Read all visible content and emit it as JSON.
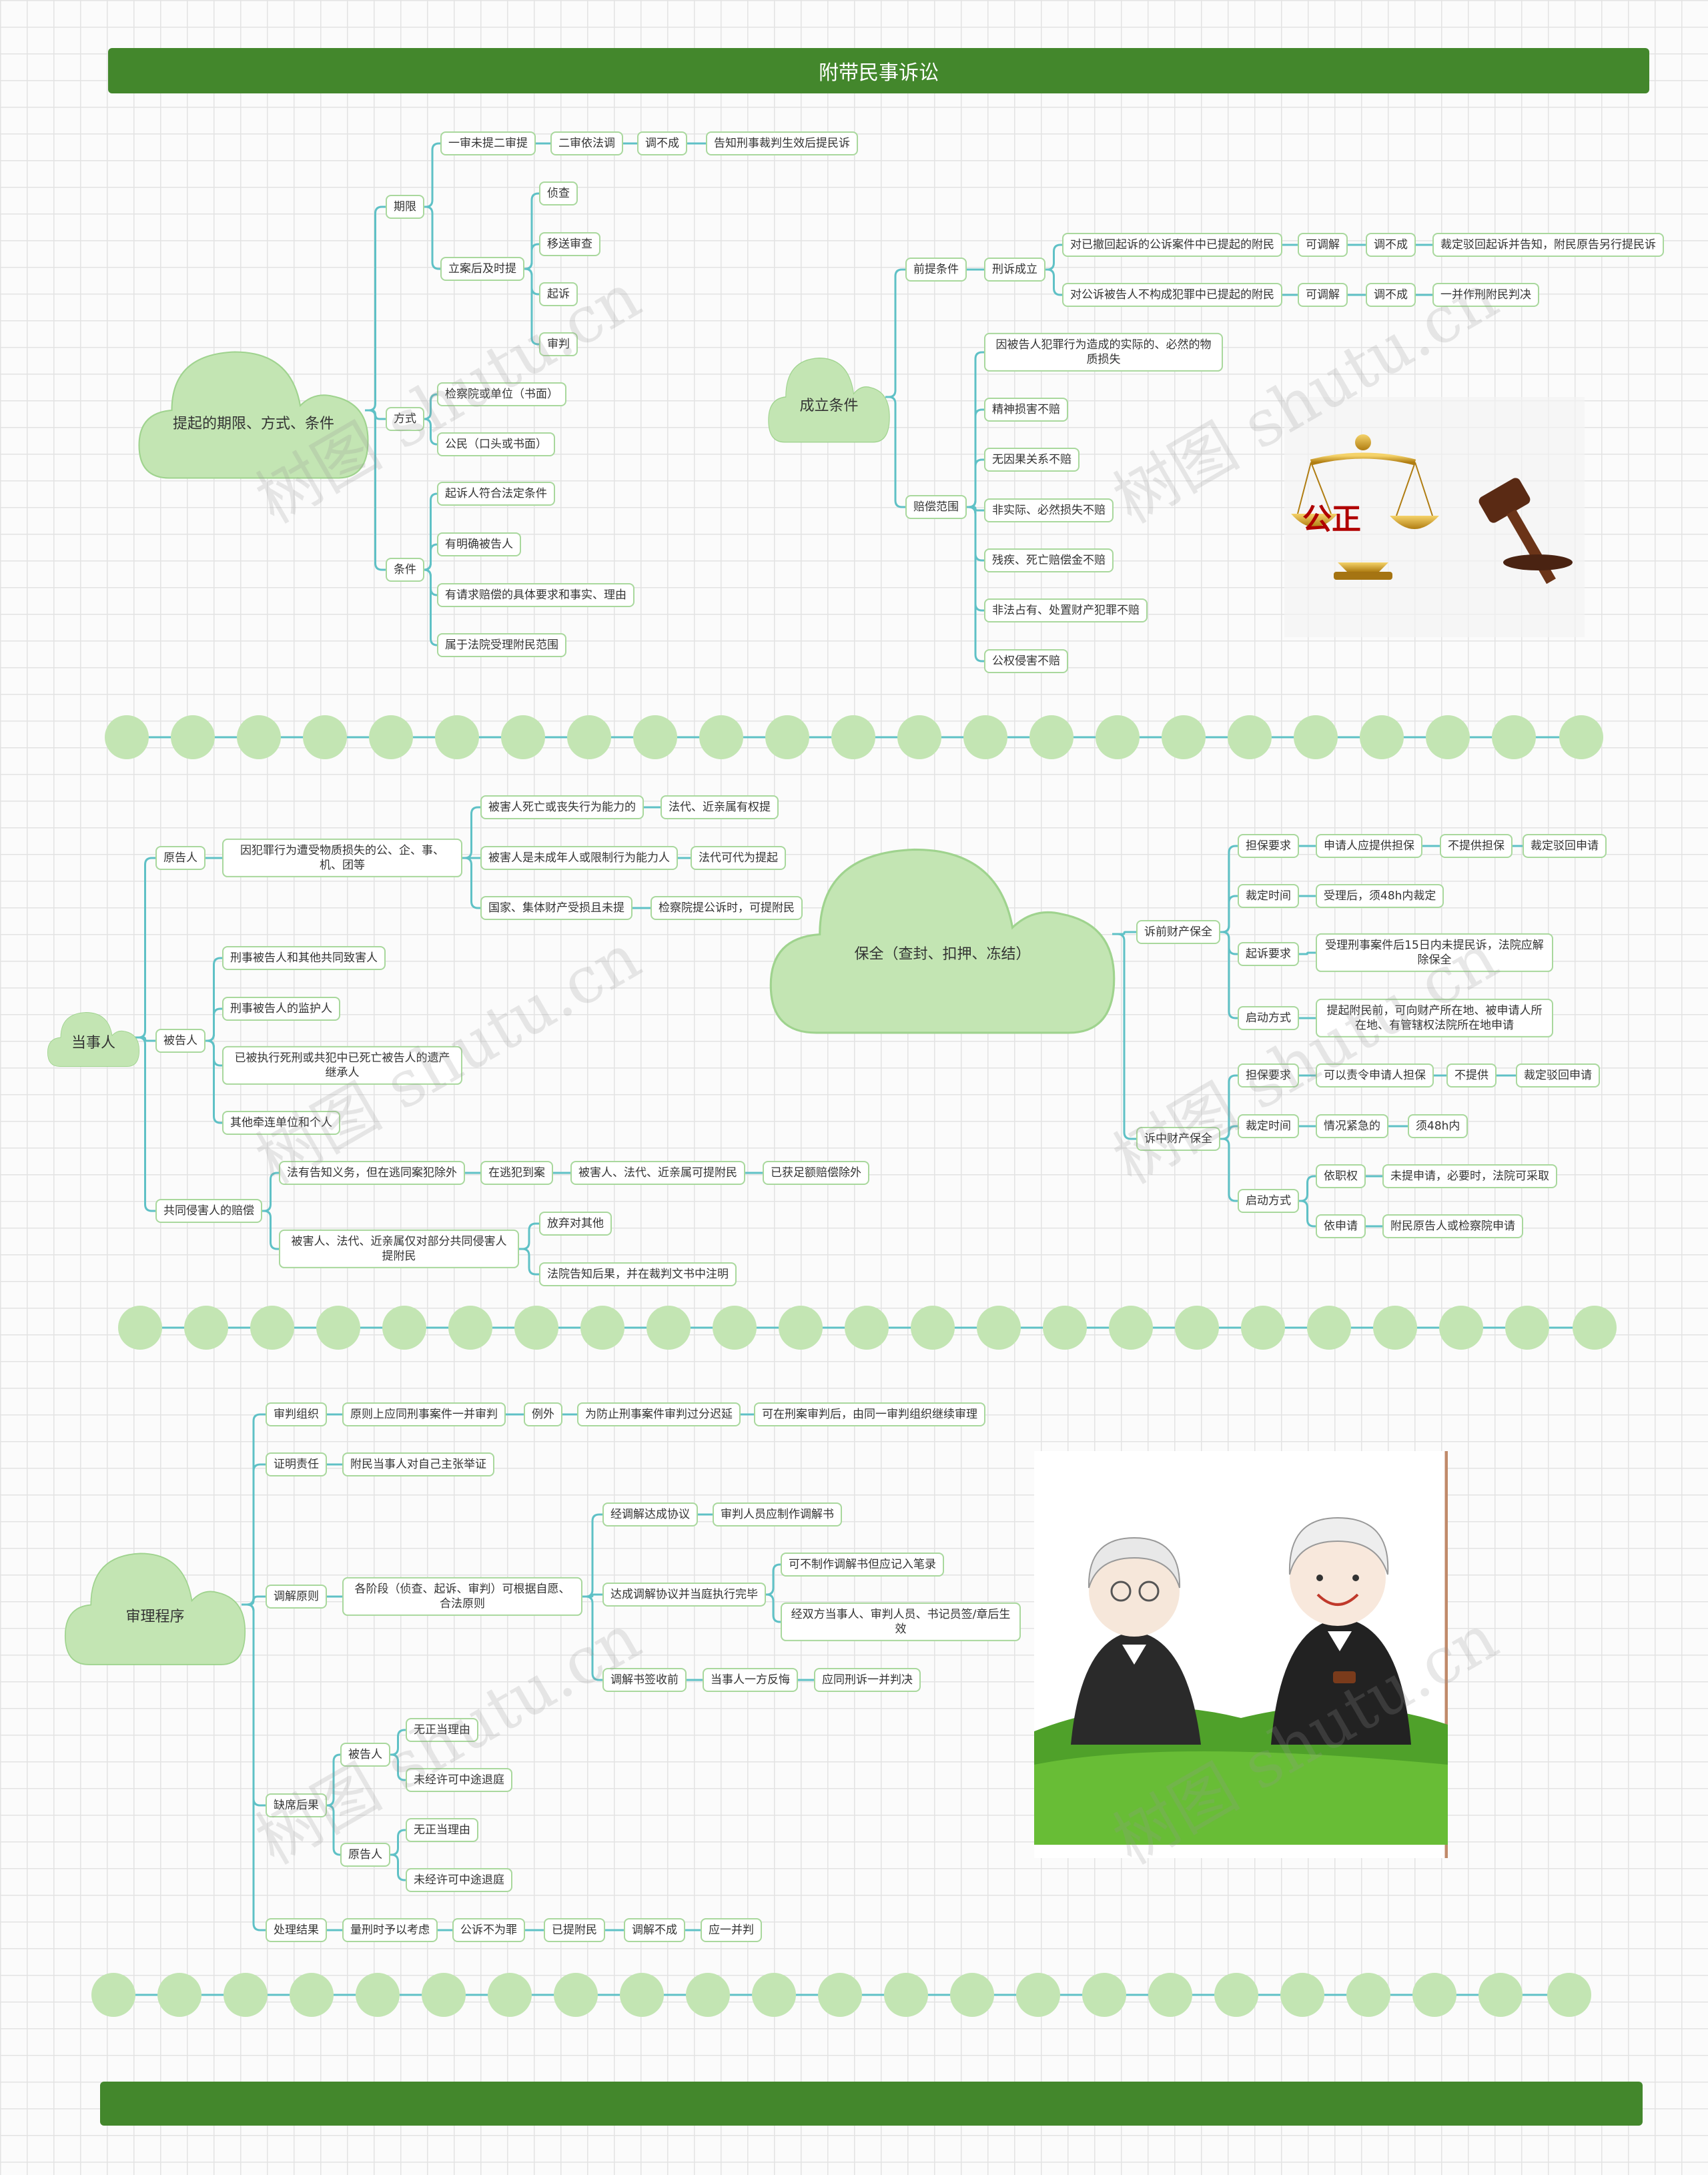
{
  "title": "附带民事诉讼",
  "watermark": "树图 shutu.cn",
  "colors": {
    "banner": "#43872c",
    "line": "#5fc1c6",
    "node_border": "#a9d89d",
    "cloud": "#c3e5b3"
  },
  "sections": [
    {
      "key": "s1",
      "root": {
        "text": "提起的期限、方式、条件"
      },
      "children": [
        {
          "text": "期限",
          "children": [
            {
              "text": "一审未提二审提",
              "children": [
                {
                  "text": "二审依法调",
                  "children": [
                    {
                      "text": "调不成",
                      "children": [
                        {
                          "text": "告知刑事裁判生效后提民诉"
                        }
                      ]
                    }
                  ]
                }
              ]
            },
            {
              "text": "立案后及时提",
              "children": [
                {
                  "text": "侦查"
                },
                {
                  "text": "移送审查"
                },
                {
                  "text": "起诉"
                },
                {
                  "text": "审判"
                }
              ]
            }
          ]
        },
        {
          "text": "方式",
          "children": [
            {
              "text": "检察院或单位（书面）"
            },
            {
              "text": "公民（口头或书面）"
            }
          ]
        },
        {
          "text": "条件",
          "children": [
            {
              "text": "起诉人符合法定条件"
            },
            {
              "text": "有明确被告人"
            },
            {
              "text": "有请求赔偿的具体要求和事实、理由"
            },
            {
              "text": "属于法院受理附民范围"
            }
          ]
        }
      ]
    },
    {
      "key": "s2",
      "root": {
        "text": "成立条件"
      },
      "children": [
        {
          "text": "前提条件",
          "children": [
            {
              "text": "刑诉成立",
              "children": [
                {
                  "text": "对已撤回起诉的公诉案件中已提起的附民",
                  "children": [
                    {
                      "text": "可调解",
                      "children": [
                        {
                          "text": "调不成",
                          "children": [
                            {
                              "text": "裁定驳回起诉并告知，附民原告另行提民诉"
                            }
                          ]
                        }
                      ]
                    }
                  ]
                },
                {
                  "text": "对公诉被告人不构成犯罪中已提起的附民",
                  "children": [
                    {
                      "text": "可调解",
                      "children": [
                        {
                          "text": "调不成",
                          "children": [
                            {
                              "text": "一并作刑附民判决"
                            }
                          ]
                        }
                      ]
                    }
                  ]
                }
              ]
            }
          ]
        },
        {
          "text": "赔偿范围",
          "children": [
            {
              "text": "因被告人犯罪行为造成的实际的、必然的物质损失"
            },
            {
              "text": "精神损害不赔"
            },
            {
              "text": "无因果关系不赔"
            },
            {
              "text": "非实际、必然损失不赔"
            },
            {
              "text": "残疾、死亡赔偿金不赔"
            },
            {
              "text": "非法占有、处置财产犯罪不赔"
            },
            {
              "text": "公权侵害不赔"
            }
          ]
        }
      ]
    },
    {
      "key": "s3",
      "root": {
        "text": "当事人"
      },
      "children": [
        {
          "text": "原告人",
          "children": [
            {
              "text": "因犯罪行为遭受物质损失的公、企、事、机、团等",
              "children": [
                {
                  "text": "被害人死亡或丧失行为能力的",
                  "children": [
                    {
                      "text": "法代、近亲属有权提"
                    }
                  ]
                },
                {
                  "text": "被害人是未成年人或限制行为能力人",
                  "children": [
                    {
                      "text": "法代可代为提起"
                    }
                  ]
                },
                {
                  "text": "国家、集体财产受损且未提",
                  "children": [
                    {
                      "text": "检察院提公诉时，可提附民"
                    }
                  ]
                }
              ]
            }
          ]
        },
        {
          "text": "被告人",
          "children": [
            {
              "text": "刑事被告人和其他共同致害人"
            },
            {
              "text": "刑事被告人的监护人"
            },
            {
              "text": "已被执行死刑或共犯中已死亡被告人的遗产继承人"
            },
            {
              "text": "其他牵连单位和个人"
            }
          ]
        },
        {
          "text": "共同侵害人的赔偿",
          "children": [
            {
              "text": "法有告知义务，但在逃同案犯除外",
              "children": [
                {
                  "text": "在逃犯到案",
                  "children": [
                    {
                      "text": "被害人、法代、近亲属可提附民",
                      "children": [
                        {
                          "text": "已获足额赔偿除外"
                        }
                      ]
                    }
                  ]
                }
              ]
            },
            {
              "text": "被害人、法代、近亲属仅对部分共同侵害人提附民",
              "children": [
                {
                  "text": "放弃对其他"
                },
                {
                  "text": "法院告知后果，并在裁判文书中注明"
                }
              ]
            }
          ]
        }
      ]
    },
    {
      "key": "s4",
      "root": {
        "text": "保全（查封、扣押、冻结）"
      },
      "children": [
        {
          "text": "诉前财产保全",
          "children": [
            {
              "text": "担保要求",
              "children": [
                {
                  "text": "申请人应提供担保",
                  "children": [
                    {
                      "text": "不提供担保",
                      "children": [
                        {
                          "text": "裁定驳回申请"
                        }
                      ]
                    }
                  ]
                }
              ]
            },
            {
              "text": "裁定时间",
              "children": [
                {
                  "text": "受理后，须48h内裁定"
                }
              ]
            },
            {
              "text": "起诉要求",
              "children": [
                {
                  "text": "受理刑事案件后15日内未提民诉，法院应解除保全"
                }
              ]
            },
            {
              "text": "启动方式",
              "children": [
                {
                  "text": "提起附民前，可向财产所在地、被申请人所在地、有管辖权法院所在地申请"
                }
              ]
            }
          ]
        },
        {
          "text": "诉中财产保全",
          "children": [
            {
              "text": "担保要求",
              "children": [
                {
                  "text": "可以责令申请人担保",
                  "children": [
                    {
                      "text": "不提供",
                      "children": [
                        {
                          "text": "裁定驳回申请"
                        }
                      ]
                    }
                  ]
                }
              ]
            },
            {
              "text": "裁定时间",
              "children": [
                {
                  "text": "情况紧急的",
                  "children": [
                    {
                      "text": "须48h内"
                    }
                  ]
                }
              ]
            },
            {
              "text": "启动方式",
              "children": [
                {
                  "text": "依职权",
                  "children": [
                    {
                      "text": "未提申请，必要时，法院可采取"
                    }
                  ]
                },
                {
                  "text": "依申请",
                  "children": [
                    {
                      "text": "附民原告人或检察院申请"
                    }
                  ]
                }
              ]
            }
          ]
        }
      ]
    },
    {
      "key": "s5",
      "root": {
        "text": "审理程序"
      },
      "children": [
        {
          "text": "审判组织",
          "children": [
            {
              "text": "原则上应同刑事案件一并审判",
              "children": [
                {
                  "text": "例外",
                  "children": [
                    {
                      "text": "为防止刑事案件审判过分迟延",
                      "children": [
                        {
                          "text": "可在刑案审判后，由同一审判组织继续审理"
                        }
                      ]
                    }
                  ]
                }
              ]
            }
          ]
        },
        {
          "text": "证明责任",
          "children": [
            {
              "text": "附民当事人对自己主张举证"
            }
          ]
        },
        {
          "text": "调解原则",
          "children": [
            {
              "text": "各阶段（侦查、起诉、审判）可根据自愿、合法原则",
              "children": [
                {
                  "text": "经调解达成协议",
                  "children": [
                    {
                      "text": "审判人员应制作调解书"
                    }
                  ]
                },
                {
                  "text": "达成调解协议并当庭执行完毕",
                  "children": [
                    {
                      "text": "可不制作调解书但应记入笔录"
                    },
                    {
                      "text": "经双方当事人、审判人员、书记员签/章后生效"
                    }
                  ]
                },
                {
                  "text": "调解书签收前",
                  "children": [
                    {
                      "text": "当事人一方反悔",
                      "children": [
                        {
                          "text": "应同刑诉一并判决"
                        }
                      ]
                    }
                  ]
                }
              ]
            }
          ]
        },
        {
          "text": "缺席后果",
          "children": [
            {
              "text": "被告人",
              "children": [
                {
                  "text": "无正当理由"
                },
                {
                  "text": "未经许可中途退庭"
                }
              ]
            },
            {
              "text": "原告人",
              "children": [
                {
                  "text": "无正当理由"
                },
                {
                  "text": "未经许可中途退庭"
                }
              ]
            }
          ]
        },
        {
          "text": "处理结果",
          "children": [
            {
              "text": "量刑时予以考虑",
              "children": [
                {
                  "text": "公诉不为罪",
                  "children": [
                    {
                      "text": "已提附民",
                      "children": [
                        {
                          "text": "调解不成",
                          "children": [
                            {
                              "text": "应一并判"
                            }
                          ]
                        }
                      ]
                    }
                  ]
                }
              ]
            }
          ]
        }
      ]
    }
  ],
  "illustrations": {
    "scale_icon": "scale-of-justice-gavel-icon",
    "scale_text": "公正",
    "judges_icon": "two-judges-on-grass-icon"
  }
}
